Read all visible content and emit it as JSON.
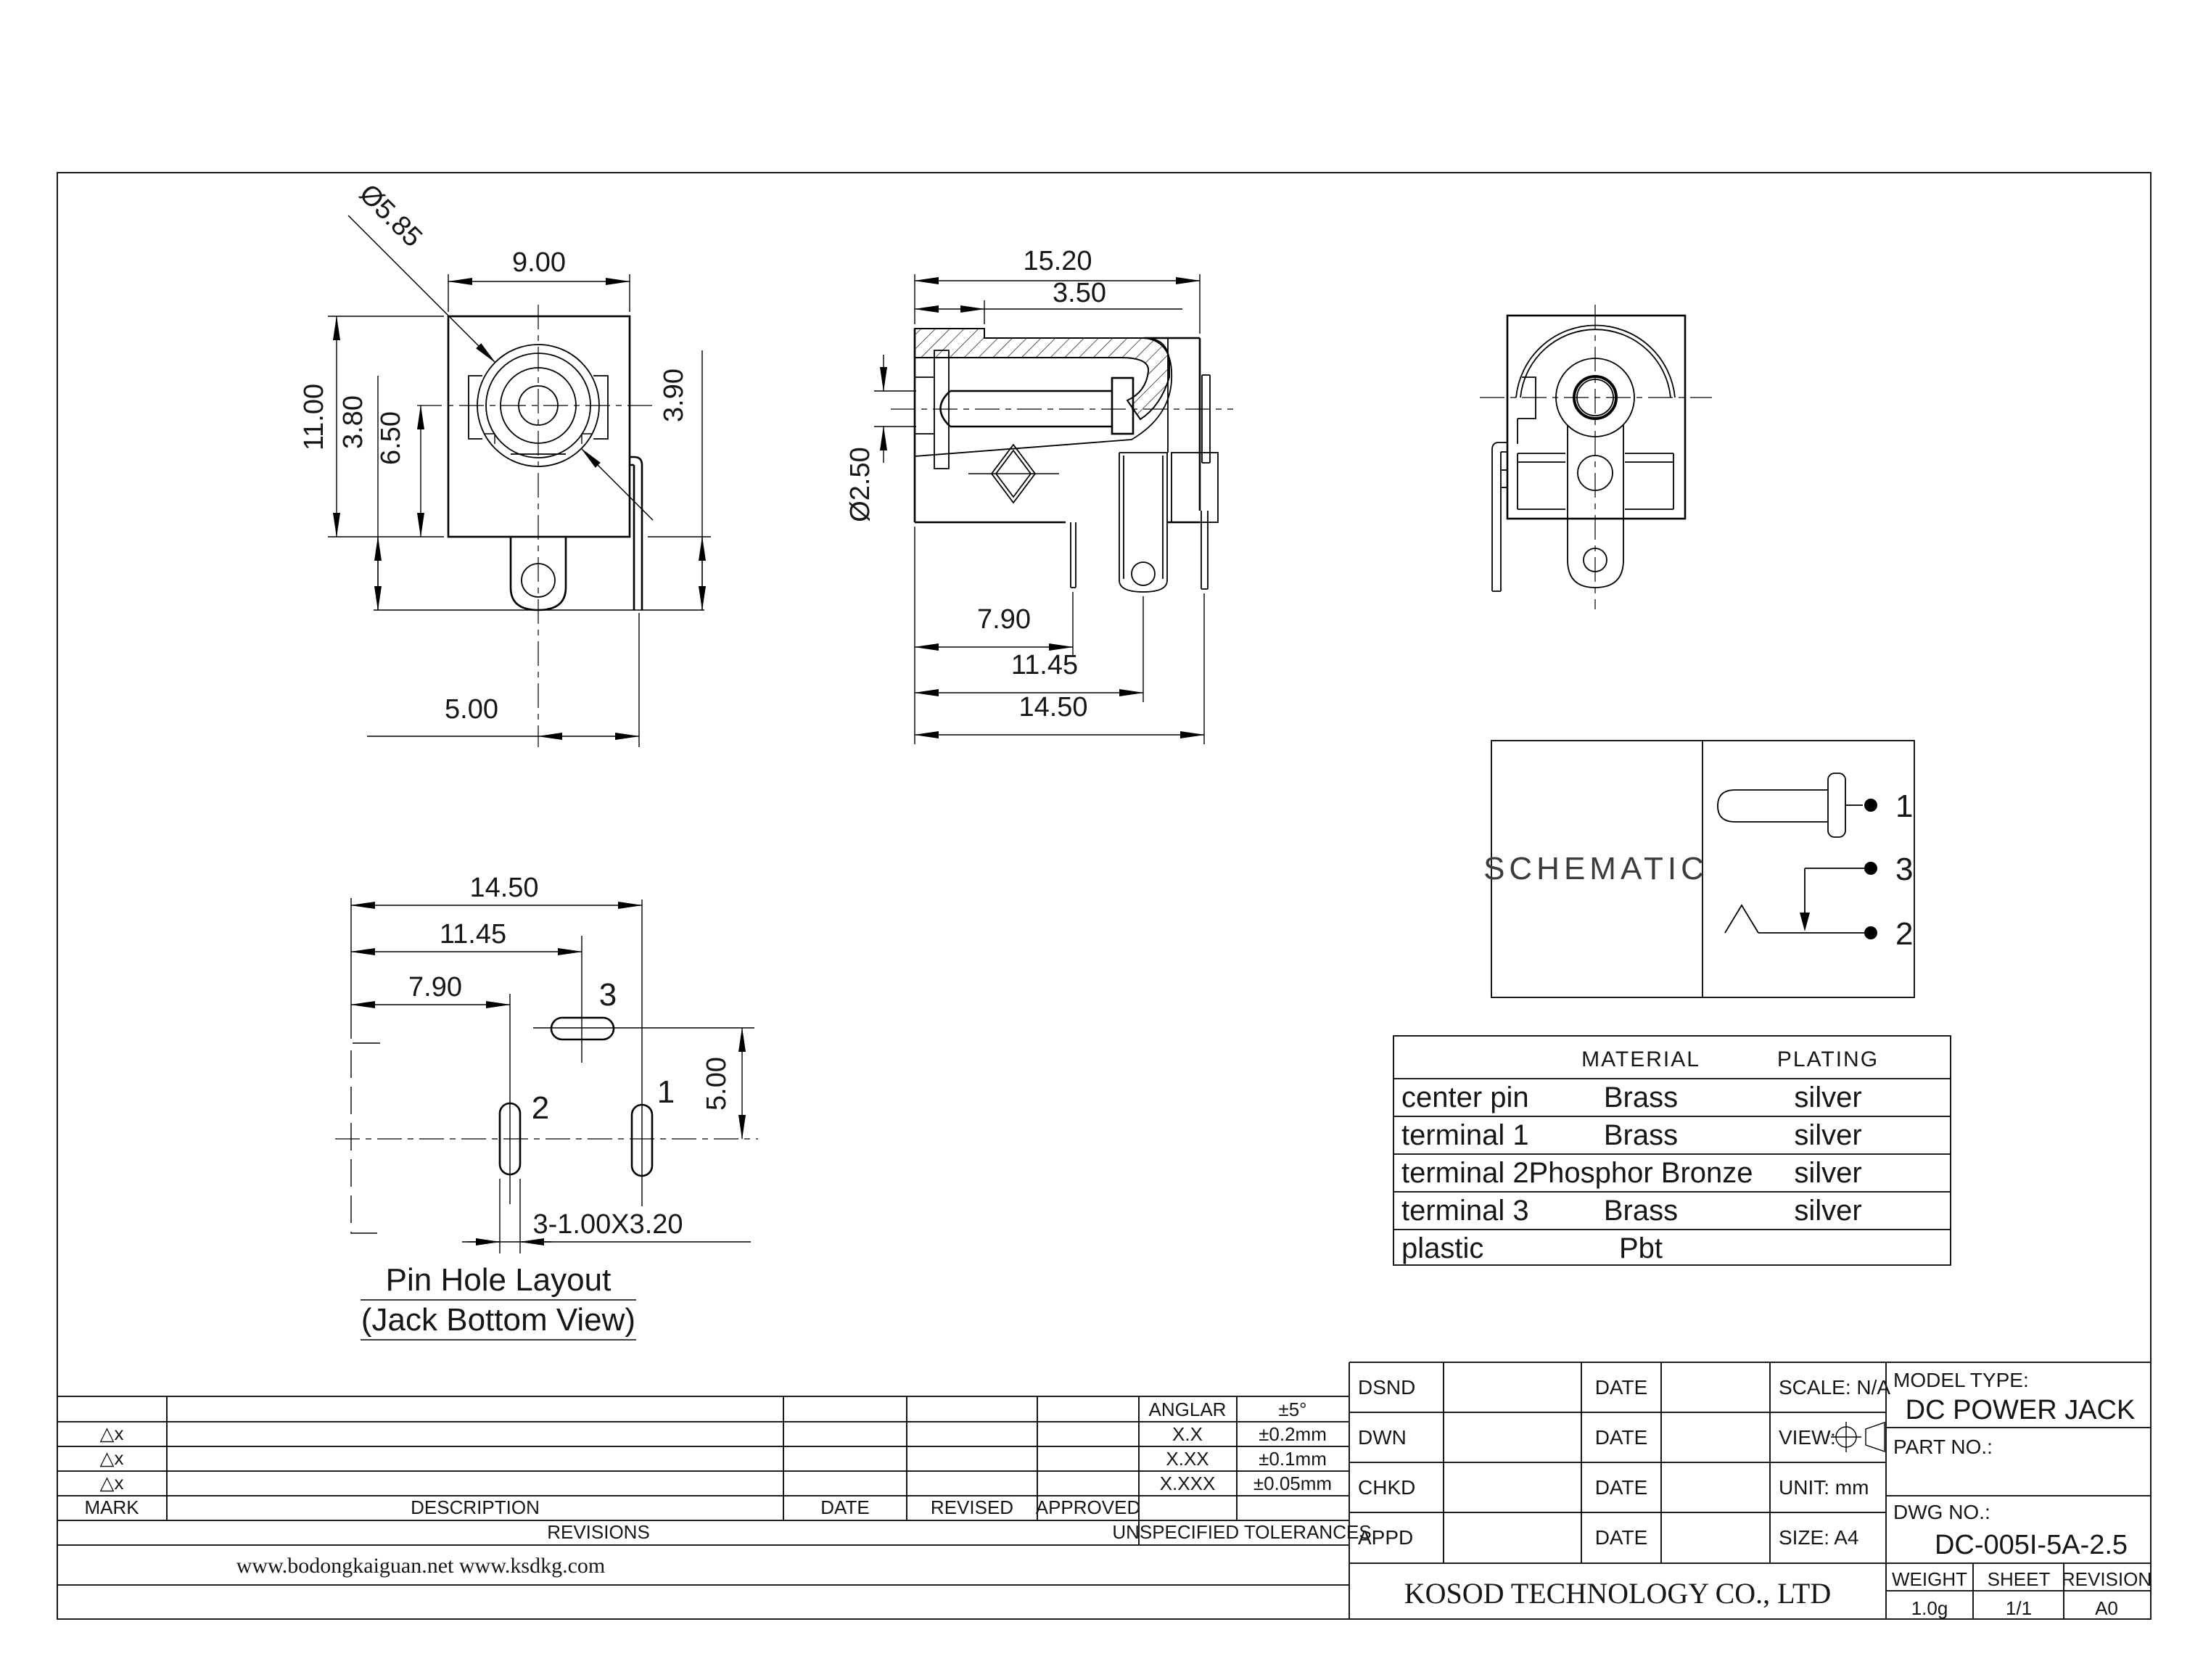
{
  "front_view": {
    "dim_width": "9.00",
    "dim_diameter": "Ø5.85",
    "dim_height": "11.00",
    "dim_3_80": "3.80",
    "dim_6_50": "6.50",
    "dim_3_90": "3.90",
    "dim_5_00": "5.00"
  },
  "side_view": {
    "dim_width": "15.20",
    "dim_3_50": "3.50",
    "dim_diameter": "Ø2.50",
    "dim_7_90": "7.90",
    "dim_11_45": "11.45",
    "dim_14_50": "14.50"
  },
  "pin_hole_layout": {
    "dim_14_50": "14.50",
    "dim_11_45": "11.45",
    "dim_7_90": "7.90",
    "dim_5_00": "5.00",
    "pin_1": "1",
    "pin_2": "2",
    "pin_3": "3",
    "slot_note": "3-1.00X3.20",
    "caption": "Pin Hole Layout",
    "subcaption": "(Jack Bottom View)"
  },
  "schematic": {
    "title": "SCHEMATIC",
    "pin_1": "1",
    "pin_2": "2",
    "pin_3": "3"
  },
  "material_table": {
    "col_material": "MATERIAL",
    "col_plating": "PLATING",
    "rows": [
      {
        "part": "center pin",
        "material": "Brass",
        "plating": "silver"
      },
      {
        "part": "terminal 1",
        "material": "Brass",
        "plating": "silver"
      },
      {
        "part": "terminal 2",
        "material": "Phosphor Bronze",
        "plating": "silver"
      },
      {
        "part": "terminal 3",
        "material": "Brass",
        "plating": "silver"
      },
      {
        "part": "plastic",
        "material": "Pbt",
        "plating": ""
      }
    ]
  },
  "revisions_table": {
    "mark": "MARK",
    "description": "DESCRIPTION",
    "date": "DATE",
    "revised": "REVISED",
    "approved": "APPROVED",
    "title": "REVISIONS",
    "mark_symbol": "△x",
    "websites": "www.bodongkaiguan.net      www.ksdkg.com"
  },
  "tolerances": {
    "title": "UNSPECIFIED TOLERANCES",
    "rows": [
      {
        "label": "ANGLAR",
        "value": "±5°"
      },
      {
        "label": "X.X",
        "value": "±0.2mm"
      },
      {
        "label": "X.XX",
        "value": "±0.1mm"
      },
      {
        "label": "X.XXX",
        "value": "±0.05mm"
      }
    ]
  },
  "title_block": {
    "dsnd": "DSND",
    "dwn": "DWN",
    "chkd": "CHKD",
    "appd": "APPD",
    "date": "DATE",
    "scale": "SCALE: N/A",
    "view": "VIEW:",
    "unit": "UNIT: mm",
    "size": "SIZE: A4",
    "model_type_label": "MODEL TYPE:",
    "model_type": "DC POWER JACK",
    "part_no_label": "PART NO.:",
    "dwg_no_label": "DWG NO.:",
    "dwg_no": "DC-005I-5A-2.5",
    "company": "KOSOD TECHNOLOGY CO., LTD",
    "weight_label": "WEIGHT",
    "weight": "1.0g",
    "sheet_label": "SHEET",
    "sheet": "1/1",
    "revision_label": "REVISION",
    "revision": "A0"
  }
}
